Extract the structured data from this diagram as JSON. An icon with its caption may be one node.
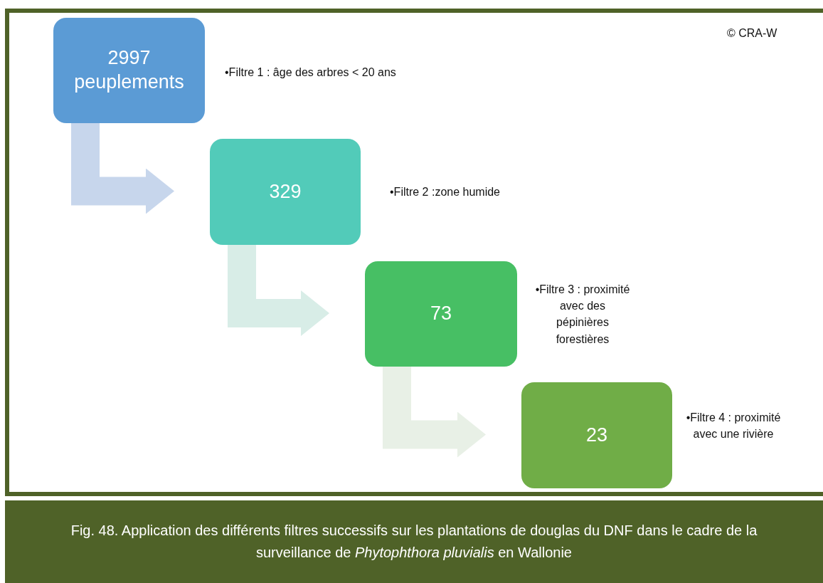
{
  "diagram": {
    "caption": "Fig. 48. Application des différents filtres successifs sur les plantations de douglas du DNF dans le cadre de la surveillance de *Phytophthora pluvialis* en Wallonie",
    "nodes": [
      {
        "text": [
          "2997 peuplements"
        ],
        "beside": [
          "•Filtre 1 : âge des arbres < 20 ans"
        ]
      },
      {
        "text": [
          "329"
        ],
        "beside": [
          "•Filtre 2 :zone humide"
        ]
      },
      {
        "text": [
          "73"
        ],
        "beside": [
          "•Filtre 3 : proximité avec des pépinières forestières"
        ]
      },
      {
        "text": [
          "23"
        ],
        "beside": [
          "•Filtre 4 : proximité avec une rivière"
        ]
      }
    ],
    "edges": [
      {
        "from": 0,
        "to": 1,
        "arrow": "to",
        "color": "#c7d6ec"
      },
      {
        "from": 1,
        "to": 2,
        "arrow": "to",
        "color": "#d8ede7"
      },
      {
        "from": 2,
        "to": 3,
        "arrow": "to",
        "color": "#e8f0e6"
      }
    ],
    "labels": [
      "© CRA-W"
    ]
  }
}
